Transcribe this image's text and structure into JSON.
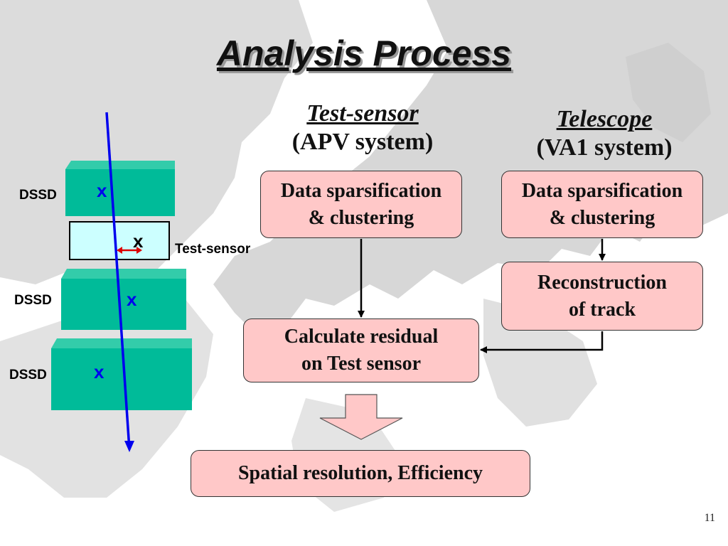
{
  "slide": {
    "title": "Analysis Process",
    "page_number": "11"
  },
  "left_column": {
    "label": "Test-sensor",
    "sublabel": "(APV system)",
    "box1": "Data sparsification\n & clustering"
  },
  "right_column": {
    "label": "Telescope",
    "sublabel": "(VA1 system)",
    "box1": "Data sparsification\n & clustering",
    "box2": "Reconstruction\nof  track"
  },
  "residual_box": "Calculate residual\non Test sensor",
  "result_box": "Spatial resolution, Efficiency",
  "detector": {
    "dssd_label": "DSSD",
    "test_sensor_label": "Test-sensor",
    "hit_marker": "x"
  },
  "colors": {
    "box_fill": "#ffc8c8",
    "dssd_fill": "#00bb99",
    "test_sensor_fill": "#ccffff",
    "track": "#0000ee",
    "residual_arrow": "#dd0000"
  }
}
